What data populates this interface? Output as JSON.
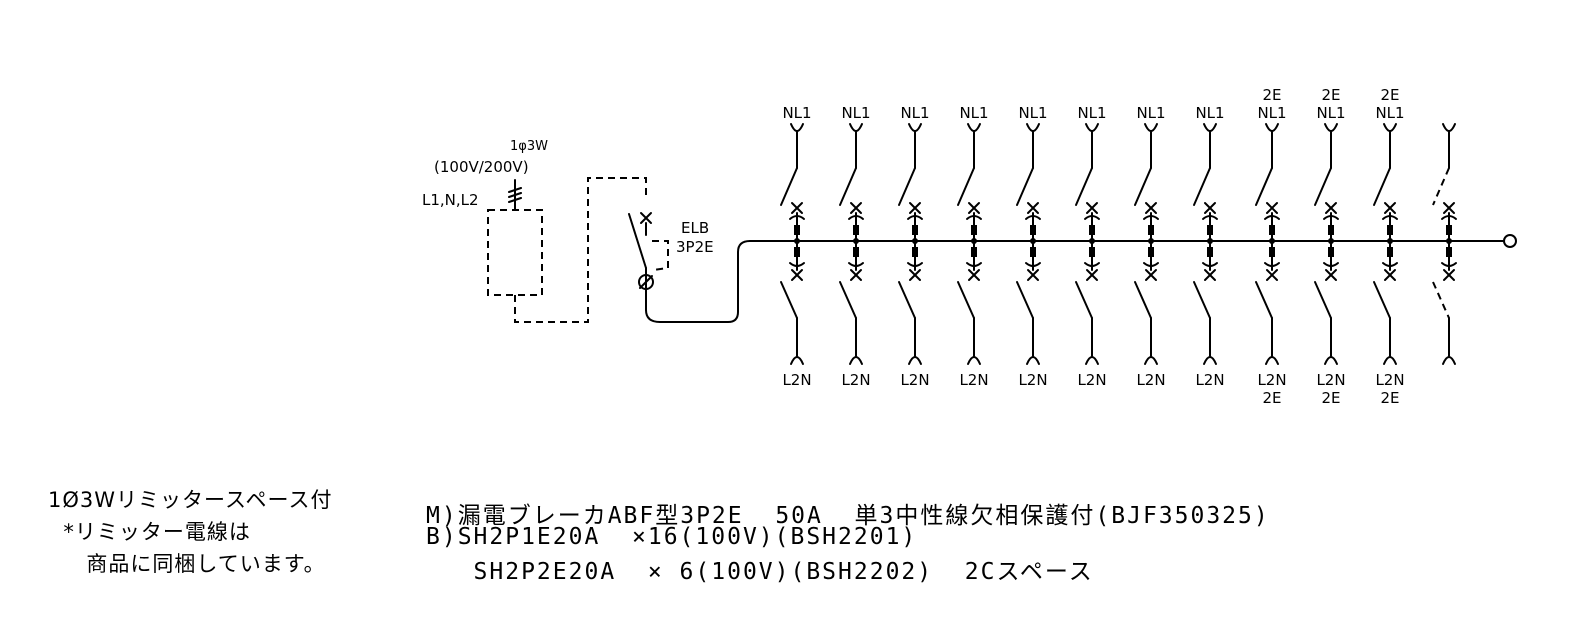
{
  "supply": {
    "phase": "1φ3W",
    "voltage": "(100V/200V)",
    "lines": "L1,N,L2"
  },
  "main_breaker": {
    "name": "ELB",
    "poles": "3P2E"
  },
  "branches": [
    {
      "top": [
        "NL1"
      ],
      "bottom": [
        "L2N"
      ],
      "dashed": false
    },
    {
      "top": [
        "NL1"
      ],
      "bottom": [
        "L2N"
      ],
      "dashed": false
    },
    {
      "top": [
        "NL1"
      ],
      "bottom": [
        "L2N"
      ],
      "dashed": false
    },
    {
      "top": [
        "NL1"
      ],
      "bottom": [
        "L2N"
      ],
      "dashed": false
    },
    {
      "top": [
        "NL1"
      ],
      "bottom": [
        "L2N"
      ],
      "dashed": false
    },
    {
      "top": [
        "NL1"
      ],
      "bottom": [
        "L2N"
      ],
      "dashed": false
    },
    {
      "top": [
        "NL1"
      ],
      "bottom": [
        "L2N"
      ],
      "dashed": false
    },
    {
      "top": [
        "NL1"
      ],
      "bottom": [
        "L2N"
      ],
      "dashed": false
    },
    {
      "top": [
        "2E",
        "NL1"
      ],
      "bottom": [
        "L2N",
        "2E"
      ],
      "dashed": false
    },
    {
      "top": [
        "2E",
        "NL1"
      ],
      "bottom": [
        "L2N",
        "2E"
      ],
      "dashed": false
    },
    {
      "top": [
        "2E",
        "NL1"
      ],
      "bottom": [
        "L2N",
        "2E"
      ],
      "dashed": false
    },
    {
      "top": [],
      "bottom": [],
      "dashed": true
    }
  ],
  "notes": {
    "line1": "1Ø3Wリミッタースペース付",
    "line2": "  *リミッター電線は",
    "line3": "     商品に同梱しています。"
  },
  "spec": {
    "line1": "M)漏電ブレーカABF型3P2E  50A  単3中性線欠相保護付(BJF350325)",
    "line2": "B)SH2P1E20A  ×16(100V)(BSH2201)",
    "line3": "   SH2P2E20A  × 6(100V)(BSH2202)  2Cスペース"
  }
}
